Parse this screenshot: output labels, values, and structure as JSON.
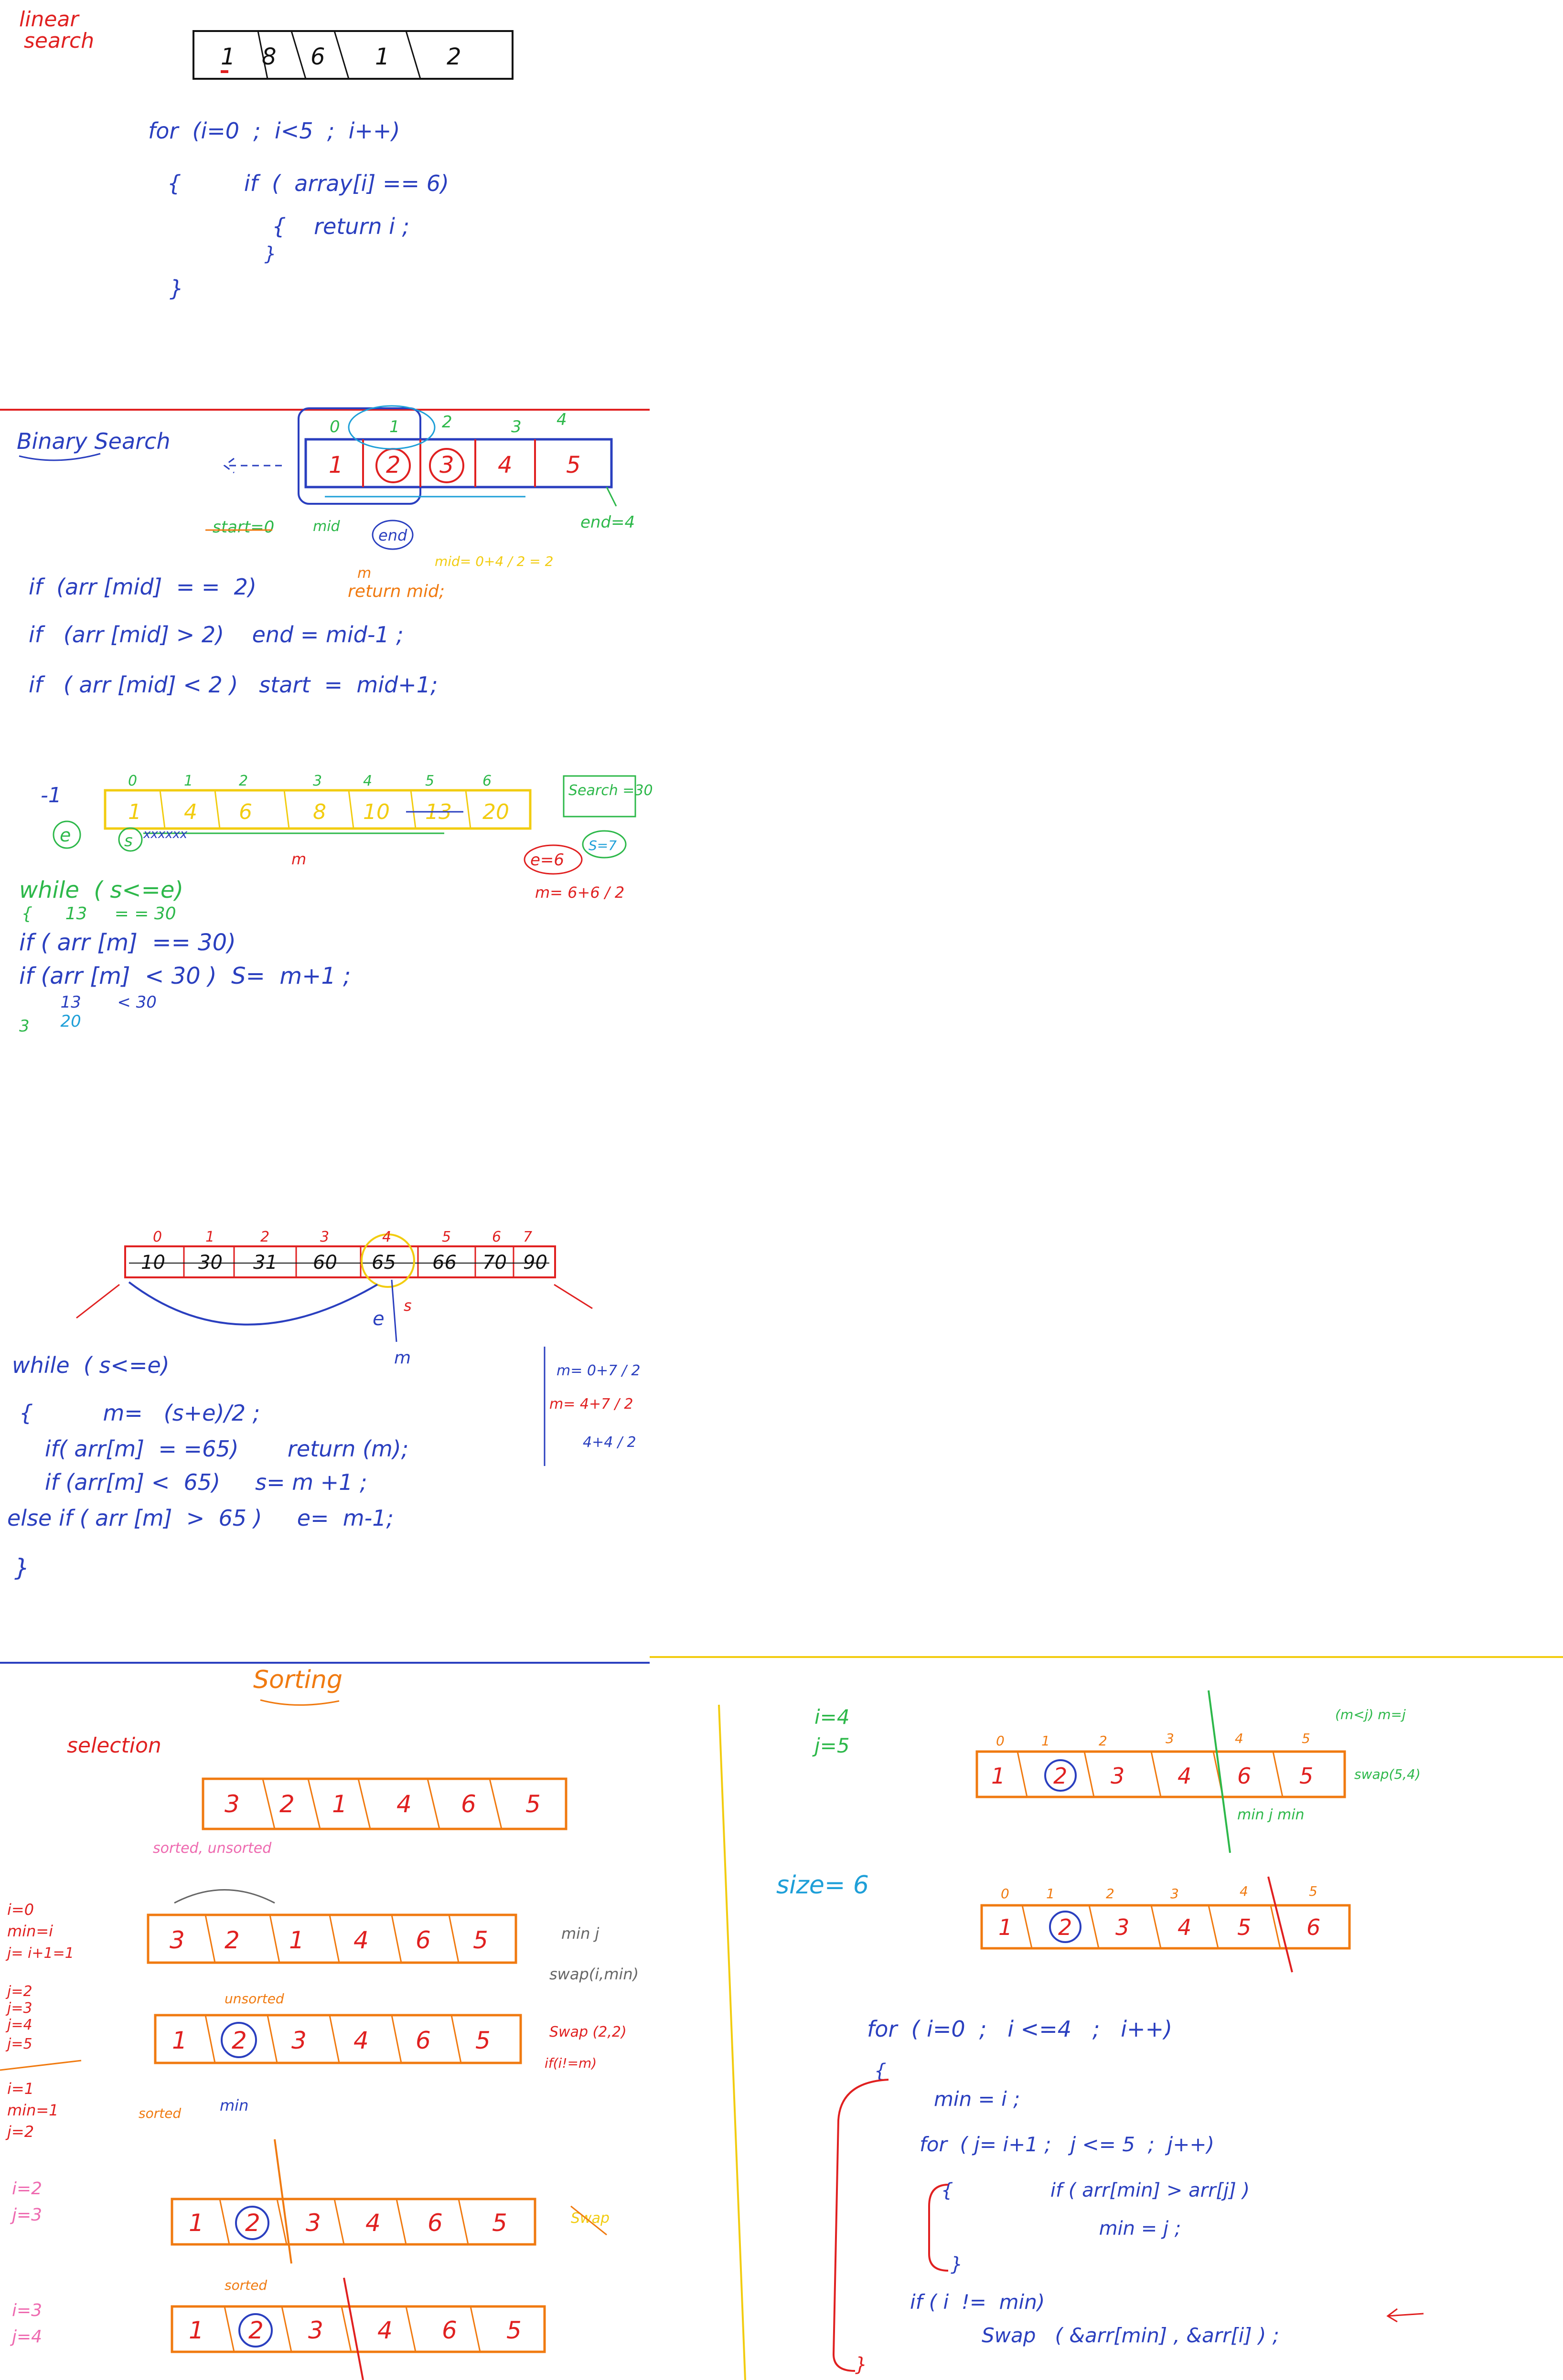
{
  "colors": {
    "blue": "#2a3fbf",
    "red": "#e02020",
    "orange": "#f07a10",
    "green": "#2db84a",
    "yellow": "#f2cc10",
    "pink": "#ee6ab0",
    "cyan": "#1e9fd8",
    "black": "#111111",
    "gray": "#666666"
  },
  "linear": {
    "title_1": "linear",
    "title_2": "search",
    "cells": [
      "1",
      "8",
      "6",
      "1",
      "2"
    ],
    "code": [
      "for  (i=0  ;  i<5  ;  i++)",
      "{         if  (  array[i] == 6)",
      "               {    return i ;",
      "                }",
      "}"
    ]
  },
  "binary1": {
    "title": "Binary Search",
    "cells": [
      "1",
      "2",
      "3",
      "4",
      "5"
    ],
    "indices": [
      "0",
      "1",
      "2",
      "3",
      "4"
    ],
    "notes": {
      "start": "start=0",
      "mid": "mid",
      "end_circle": "end",
      "end4": "end=4",
      "m": "m",
      "return_mid": "return mid;",
      "mid_formula": "mid= 0+4 / 2 = 2"
    },
    "code": [
      "if  (arr [mid]  = =  2)",
      "if   (arr [mid] > 2)    end = mid-1 ;",
      "if   ( arr [mid] < 2 )   start  =  mid+1;"
    ]
  },
  "binary2": {
    "minus1": "-1",
    "cells": [
      "1",
      "4",
      "6",
      "",
      "8",
      "10",
      "13",
      "20"
    ],
    "indices": [
      "0",
      "1",
      "2",
      "3",
      "4",
      "5",
      "6"
    ],
    "search_note": "Search =30",
    "notes": {
      "e": "e",
      "s": "s",
      "s_crosses": "xxxxxx",
      "m": "m",
      "e6": "e=6",
      "s7": "S=7",
      "m_formula": "m= 6+6 / 2"
    },
    "code": [
      "while  ( s<=e)",
      "{      13     = = 30",
      "if ( arr [m]  == 30)",
      "if (arr [m]  < 30 )  S=  m+1 ;",
      "        13       < 30",
      "        20",
      "3"
    ]
  },
  "binary3": {
    "cells": [
      "10",
      "30",
      "31",
      "60",
      "65",
      "66",
      "70",
      "90"
    ],
    "indices": [
      "0",
      "1",
      "2",
      "3",
      "4",
      "5",
      "6",
      "7"
    ],
    "notes": {
      "e": "e",
      "s": "s",
      "m": "m"
    },
    "code": [
      "while  ( s<=e)",
      "{          m=   (s+e)/2 ;",
      "   if( arr[m]  = =65)       return (m);",
      "   if (arr[m] <  65)     s= m +1 ;",
      "else if ( arr [m]  >  65 )     e=  m-1;",
      "}"
    ],
    "side_calc": [
      "m= 0+7 / 2",
      "m= 4+7 / 2",
      "4+4 / 2"
    ]
  },
  "sorting": {
    "title": "Sorting",
    "selection": "selection",
    "rows": [
      {
        "cells": [
          "3",
          "2",
          "1",
          "4",
          "6",
          "5"
        ]
      },
      {
        "cells": [
          "3",
          "2",
          "1",
          "4",
          "6",
          "5"
        ]
      },
      {
        "cells": [
          "1",
          "2",
          "3",
          "4",
          "6",
          "5"
        ]
      },
      {
        "cells": [
          "1",
          "2",
          "3",
          "4",
          "6",
          "5"
        ]
      },
      {
        "cells": [
          "1",
          "2",
          "3",
          "4",
          "6",
          "5"
        ]
      }
    ],
    "row_notes": {
      "sorted_unsorted": "sorted, unsorted",
      "min_j": "min j",
      "swap_i_min": "swap(i,min)",
      "swap_22": "Swap (2,2)",
      "if_imin": "if(i!=m)",
      "sorted": "sorted",
      "unsorted": "unsorted",
      "min": "min",
      "sorted2": "sorted",
      "swap_x": "Swap"
    },
    "left_vars": [
      "i=0",
      "min=i",
      "j= i+1=1",
      "j=2",
      "j=3",
      "j=4",
      "j=5",
      "i=1",
      "min=1",
      "j=2",
      "i=2",
      "j=3",
      "i=3",
      "j=4"
    ]
  },
  "right": {
    "vars": [
      "i=4",
      "j=5"
    ],
    "size": "size= 6",
    "row1": {
      "cells": [
        "1",
        "2",
        "3",
        "4",
        "6",
        "5"
      ],
      "indices": [
        "0",
        "1",
        "2",
        "3",
        "4",
        "5"
      ]
    },
    "row2": {
      "cells": [
        "1",
        "2",
        "3",
        "4",
        "5",
        "6"
      ],
      "indices": [
        "0",
        "1",
        "2",
        "3",
        "4",
        "5"
      ]
    },
    "notes": {
      "m_lt_j": "(m<j) m=j",
      "swap": "swap(5,4)",
      "min_jmin": "min  j min"
    },
    "code": [
      "for  ( i=0  ;   i <=4   ;   i++)",
      "{",
      "min = i ;",
      "for  ( j= i+1 ;   j <= 5  ;  j++)",
      "{                if ( arr[min] > arr[j] )",
      "                          min = j ;",
      "}",
      "if ( i  !=  min)",
      "Swap   ( &arr[min] , &arr[i] ) ;",
      "}"
    ]
  }
}
